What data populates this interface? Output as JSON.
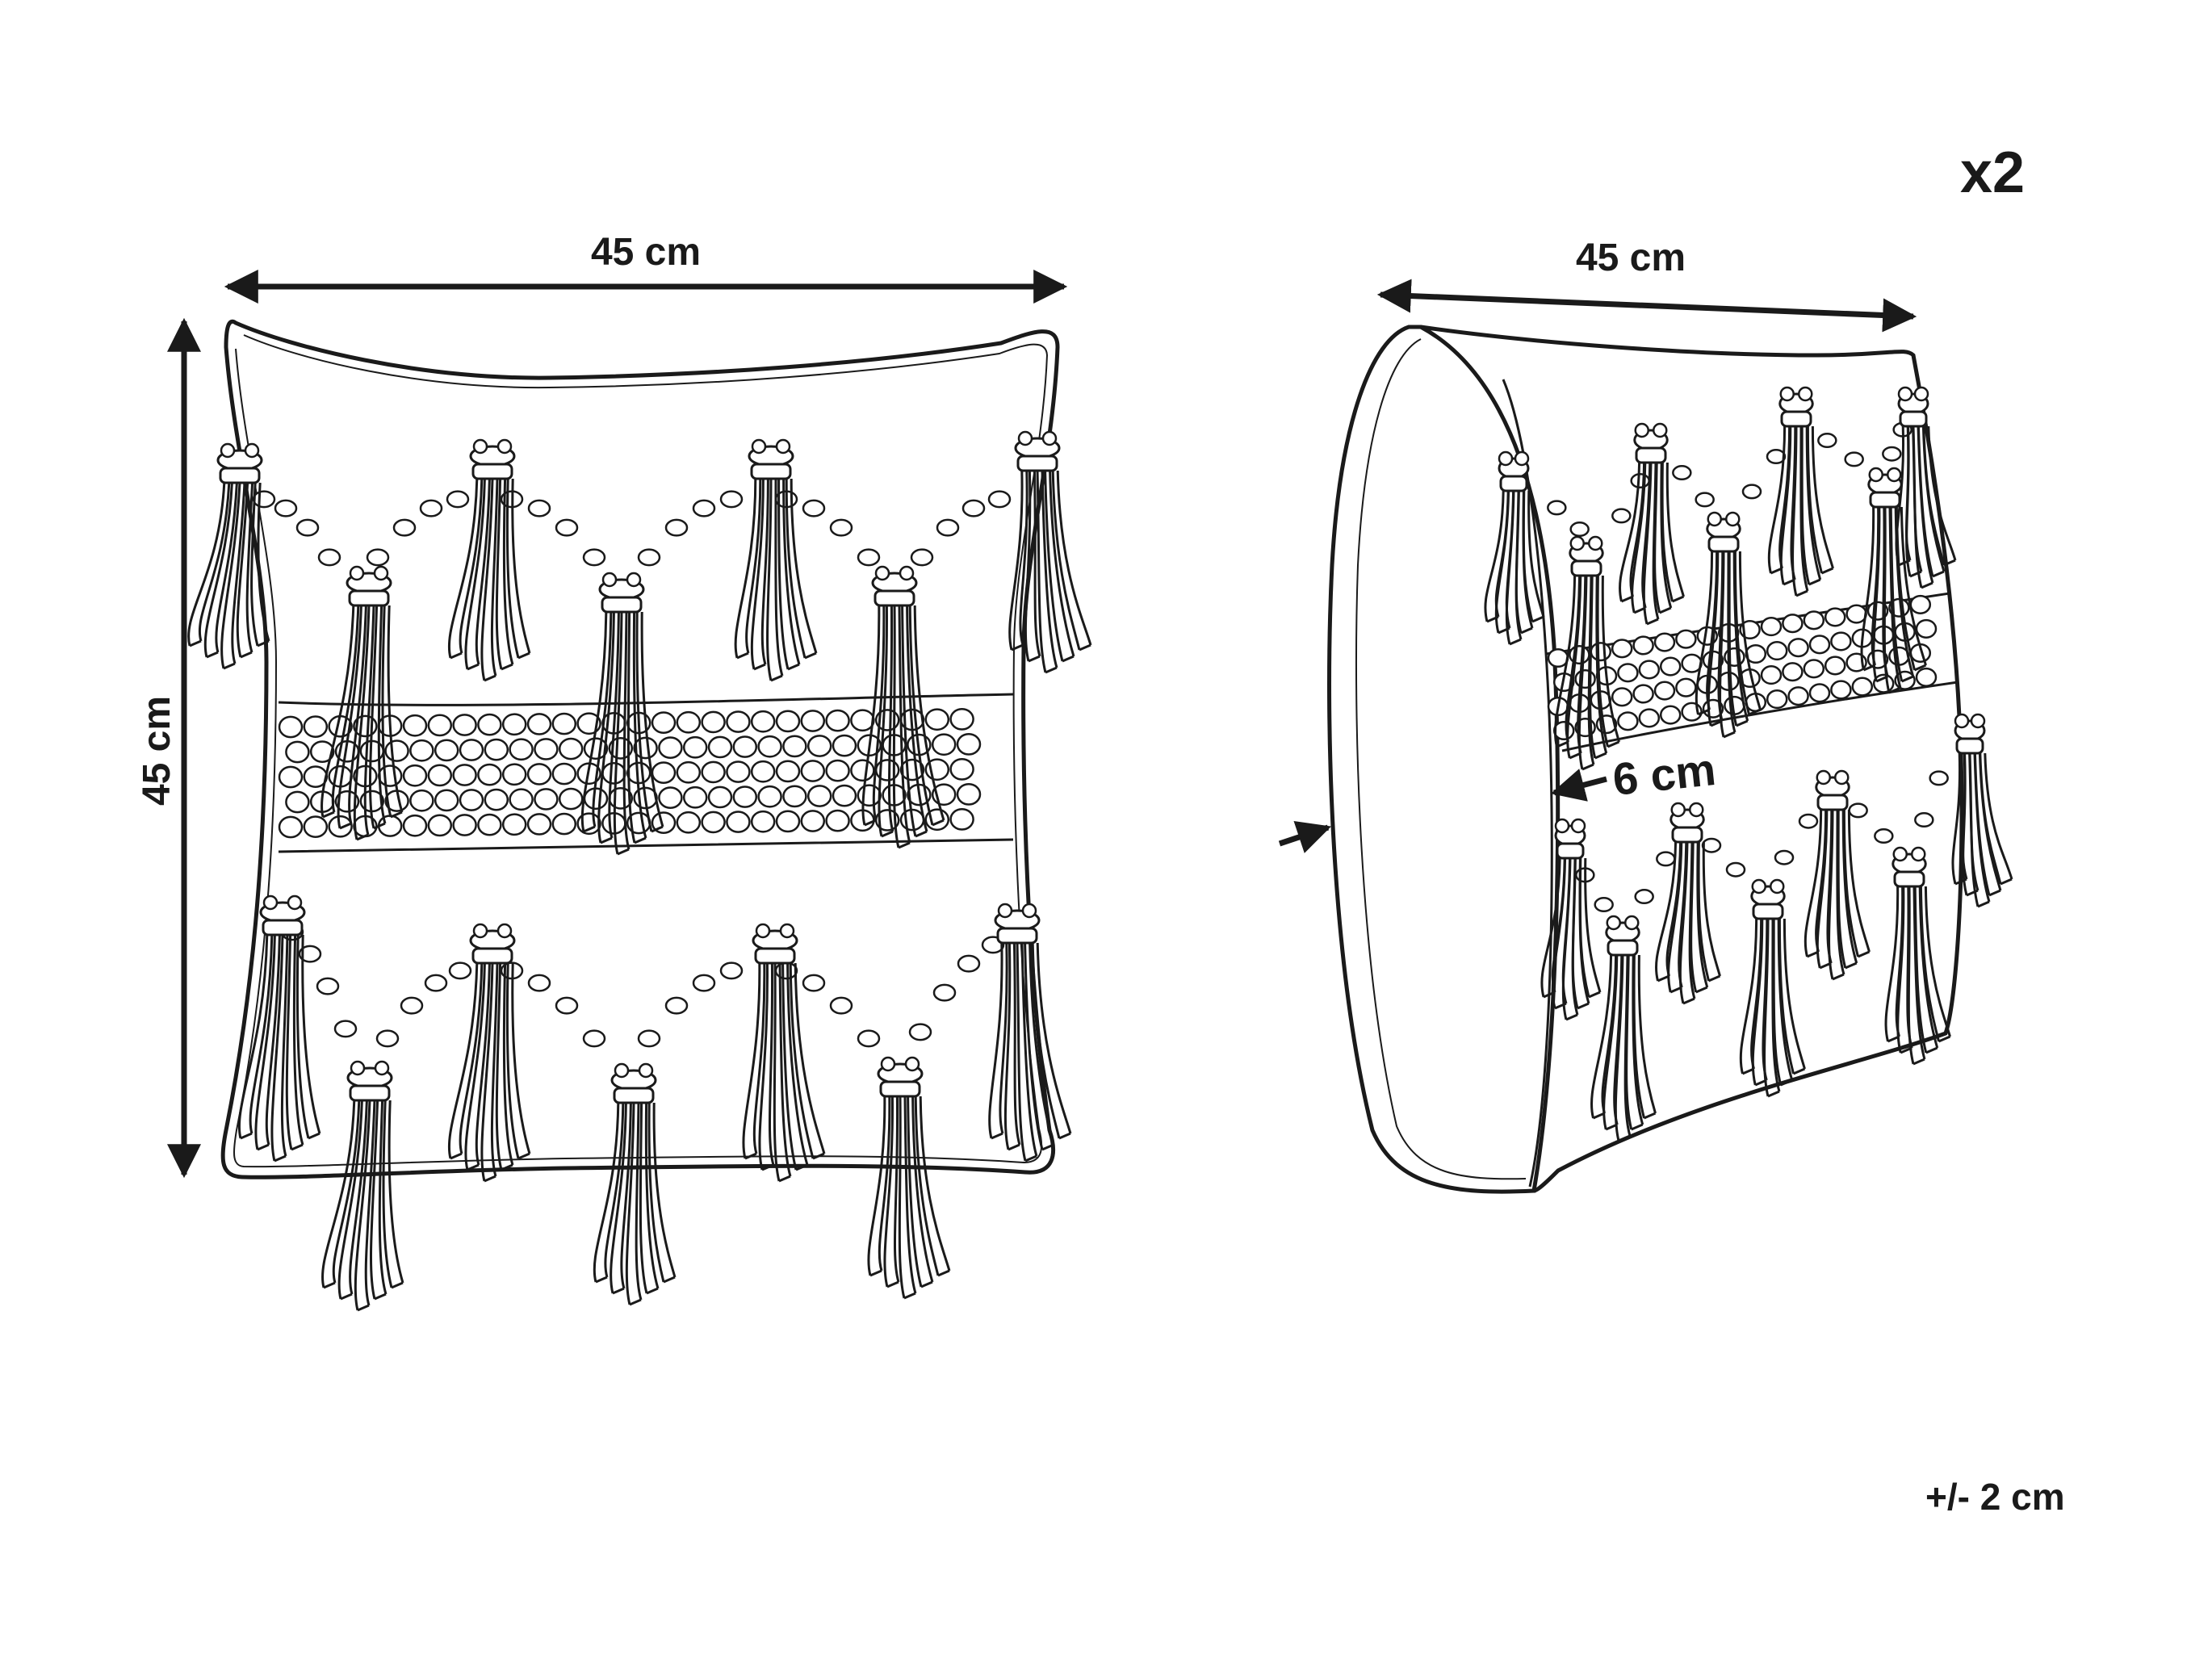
{
  "front_view": {
    "width_label": "45 cm",
    "height_label": "45 cm"
  },
  "side_view": {
    "width_label": "45 cm",
    "depth_label": "6 cm"
  },
  "quantity_label": "x2",
  "tolerance_label": "+/- 2 cm",
  "colors": {
    "line": "#1a1a1a",
    "background": "#ffffff"
  }
}
